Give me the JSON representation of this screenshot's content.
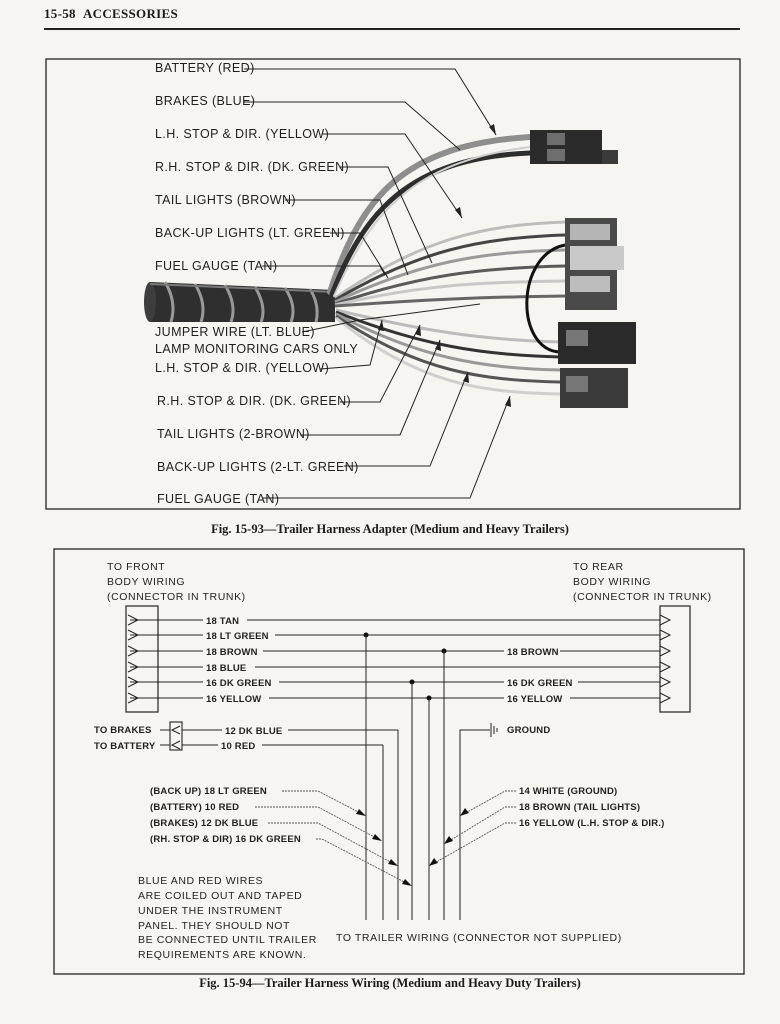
{
  "header": {
    "page": "15-58",
    "section": "ACCESSORIES"
  },
  "fig1": {
    "caption": "Fig. 15-93—Trailer Harness Adapter (Medium and Heavy Trailers)",
    "labels": [
      "BATTERY (RED)",
      "BRAKES (BLUE)",
      "L.H. STOP & DIR. (YELLOW)",
      "R.H. STOP & DIR. (DK. GREEN)",
      "TAIL LIGHTS (BROWN)",
      "BACK-UP LIGHTS (LT. GREEN)",
      "FUEL GAUGE (TAN)",
      "JUMPER WIRE (LT. BLUE)",
      "LAMP MONITORING CARS ONLY",
      "L.H. STOP & DIR. (YELLOW)",
      "R.H. STOP & DIR. (DK. GREEN)",
      "TAIL LIGHTS (2-BROWN)",
      "BACK-UP LIGHTS (2-LT. GREEN)",
      "FUEL GAUGE (TAN)"
    ]
  },
  "fig2": {
    "caption": "Fig. 15-94—Trailer Harness Wiring (Medium and Heavy Duty Trailers)",
    "front": [
      "TO FRONT",
      "BODY WIRING",
      "(CONNECTOR IN TRUNK)"
    ],
    "rear": [
      "TO REAR",
      "BODY WIRING",
      "(CONNECTOR IN TRUNK)"
    ],
    "bus_wires": [
      "18 TAN",
      "18 LT GREEN",
      "18 BROWN",
      "18 BLUE",
      "16 DK GREEN",
      "16 YELLOW"
    ],
    "right_wires": [
      "18 BROWN",
      "16 DK GREEN",
      "16 YELLOW"
    ],
    "brakes": "TO BRAKES",
    "battery": "TO BATTERY",
    "blue_wire": "12 DK BLUE",
    "red_wire": "10 RED",
    "ground": "GROUND",
    "left_group": [
      "(BACK UP)  18 LT GREEN",
      "(BATTERY)  10 RED",
      "(BRAKES)  12 DK BLUE",
      "(RH. STOP & DIR)  16 DK GREEN"
    ],
    "right_group": [
      "14 WHITE (GROUND)",
      "18 BROWN (TAIL LIGHTS)",
      "16 YELLOW (L.H. STOP & DIR.)"
    ],
    "note": [
      "BLUE AND RED WIRES",
      "ARE COILED OUT AND TAPED",
      "UNDER THE INSTRUMENT",
      "PANEL. THEY SHOULD NOT",
      "BE CONNECTED UNTIL TRAILER",
      "REQUIREMENTS ARE KNOWN."
    ],
    "trailer_note": "TO TRAILER WIRING (CONNECTOR NOT SUPPLIED)"
  }
}
